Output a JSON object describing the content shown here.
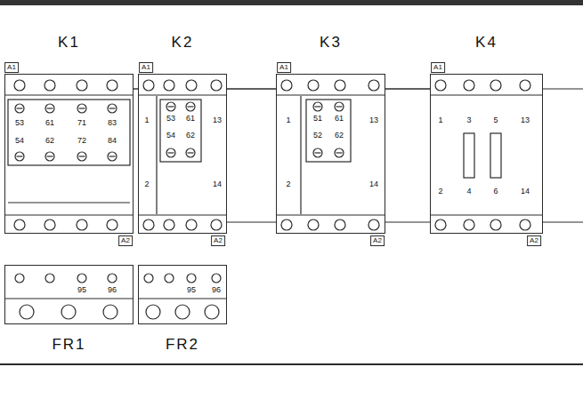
{
  "diagram": {
    "nodes": [
      {
        "text": [
          "K1"
        ]
      },
      {
        "text": [
          "K2"
        ]
      },
      {
        "text": [
          "K3"
        ]
      },
      {
        "text": [
          "K4"
        ]
      },
      {
        "text": [
          "FR1"
        ]
      },
      {
        "text": [
          "FR2"
        ]
      }
    ],
    "edges": [
      {
        "from": 0,
        "to": 1,
        "arrow": "none"
      },
      {
        "from": 1,
        "to": 2,
        "arrow": "none"
      },
      {
        "from": 2,
        "to": 3,
        "arrow": "none"
      }
    ],
    "labels": [
      "A1",
      "53",
      "61",
      "71",
      "83",
      "54",
      "62",
      "72",
      "84",
      "A2",
      "A1",
      "1",
      "53",
      "61",
      "13",
      "54",
      "62",
      "2",
      "14",
      "A2",
      "A1",
      "1",
      "51",
      "61",
      "13",
      "52",
      "62",
      "2",
      "14",
      "A2",
      "A1",
      "1",
      "3",
      "5",
      "13",
      "2",
      "4",
      "6",
      "14",
      "A2",
      "95",
      "96",
      "95",
      "96"
    ]
  }
}
